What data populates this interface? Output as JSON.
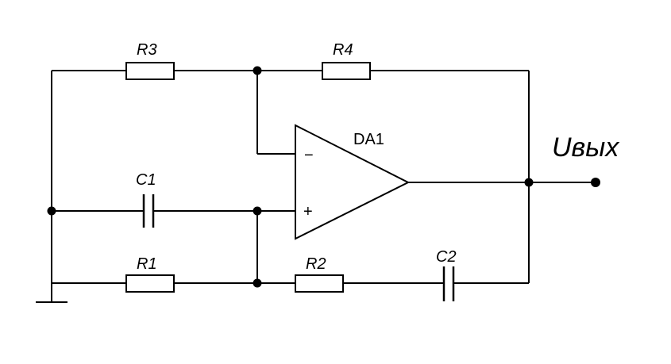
{
  "components": {
    "r3": "R3",
    "r4": "R4",
    "r1": "R1",
    "r2": "R2",
    "c1": "C1",
    "c2": "C2",
    "opamp": "DA1"
  },
  "opamp_inputs": {
    "inverting": "−",
    "non_inverting": "+"
  },
  "output_label": "Uвых"
}
